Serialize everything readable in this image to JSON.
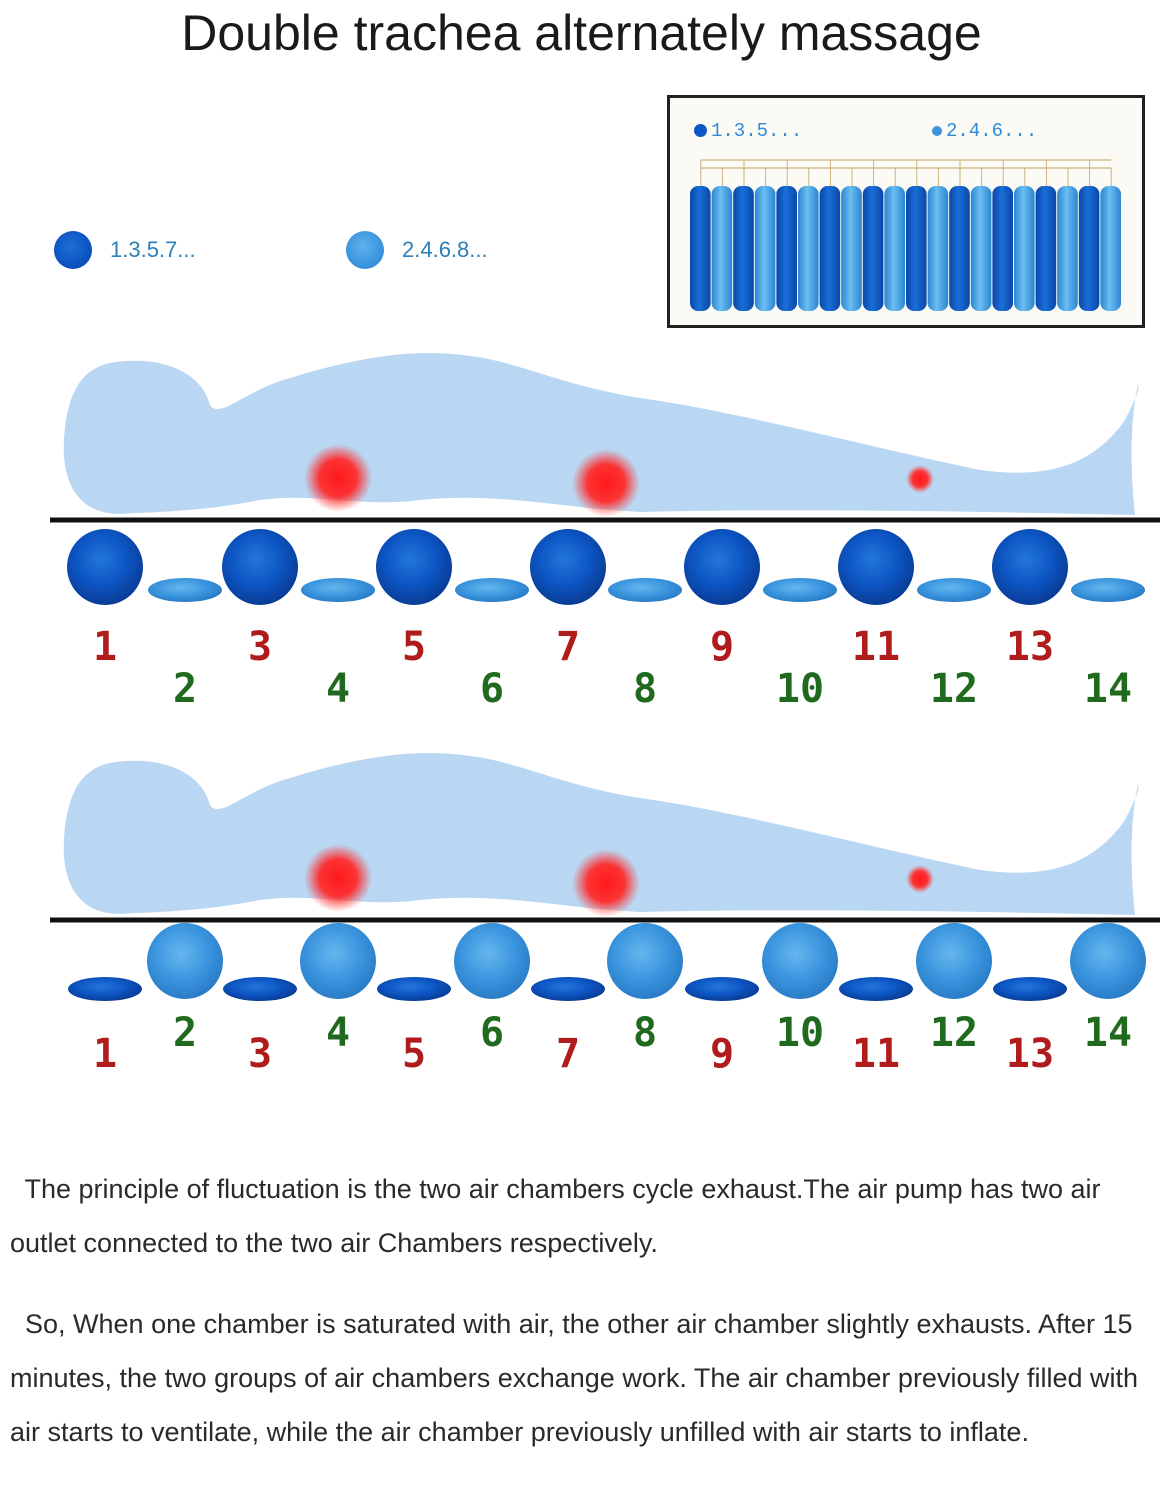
{
  "title": "Double trachea alternately massage",
  "legend": {
    "odd_label": "1.3.5.7...",
    "even_label": "2.4.6.8..."
  },
  "inset": {
    "odd_label": "1.3.5...",
    "even_label": "2.4.6...",
    "tube_count": 20
  },
  "panels": [
    {
      "name": "phase-1",
      "inflated_group": "odd",
      "chambers": [
        1,
        2,
        3,
        4,
        5,
        6,
        7,
        8,
        9,
        10,
        11,
        12,
        13,
        14
      ]
    },
    {
      "name": "phase-2",
      "inflated_group": "even",
      "chambers": [
        1,
        2,
        3,
        4,
        5,
        6,
        7,
        8,
        9,
        10,
        11,
        12,
        13,
        14
      ]
    }
  ],
  "colors": {
    "odd_chamber": "#0d56c4",
    "even_chamber": "#3a95de",
    "body": "#b9d7f2",
    "hot_spot": "#ff2020",
    "odd_number": "#b01c1c",
    "even_number": "#1f6a1f"
  },
  "paragraphs": [
    "  The principle of fluctuation is the two air chambers cycle exhaust.The air pump has two air outlet connected to the two air Chambers respectively.",
    "  So, When one chamber is saturated with air, the other air chamber slightly exhausts. After 15 minutes, the two groups of air chambers exchange work. The air chamber previously filled with air starts to ventilate, while the air chamber previously unfilled with air starts to inflate."
  ]
}
